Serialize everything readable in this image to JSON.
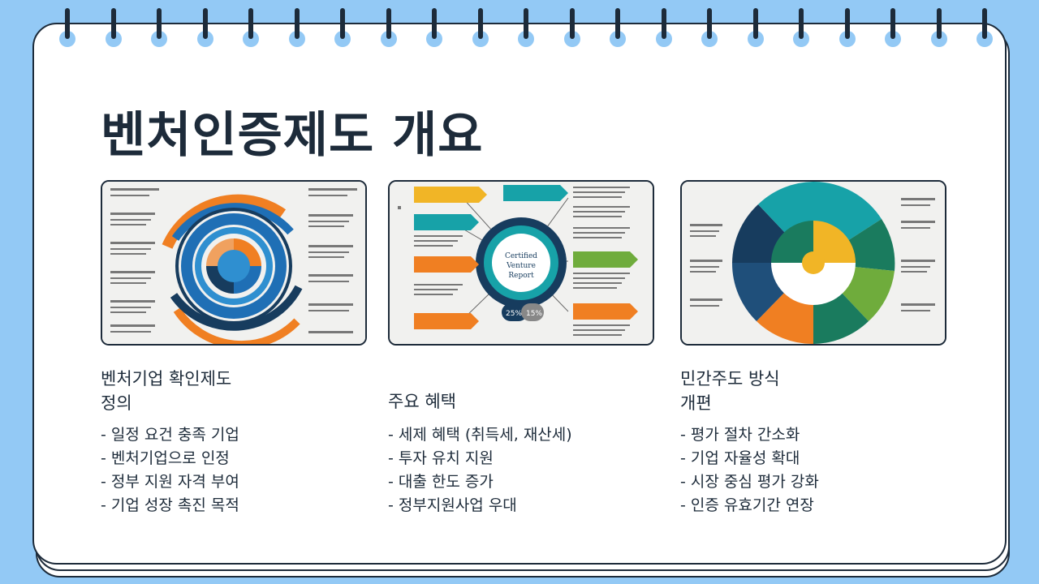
{
  "title": "벤처인증제도 개요",
  "theme": {
    "background": "#93c9f5",
    "ink": "#1d2b3a",
    "orange": "#f07f22",
    "blue": "#1f6fb5",
    "teal": "#17a2a8",
    "green": "#6fac3c",
    "yellow": "#f1b526",
    "navy": "#173c5e"
  },
  "columns": [
    {
      "heading_line1": "벤처기업 확인제도",
      "heading_line2": "정의",
      "image_icon": "circular-process-infographic",
      "bullets": [
        "- 일정 요건 충족 기업",
        "- 벤처기업으로 인정",
        "- 정부 지원 자격 부여",
        "- 기업 성장 촉진 목적"
      ]
    },
    {
      "heading_line1": "주요 혜택",
      "heading_line2": "",
      "image_icon": "benefits-hub-infographic",
      "image_center_text": "Certified Venture Report",
      "image_pct_left": "25%",
      "image_pct_right": "15%",
      "bullets": [
        "- 세제 혜택 (취득세, 재산세)",
        "- 투자 유치 지원",
        "- 대출 한도 증가",
        "- 정부지원사업 우대"
      ]
    },
    {
      "heading_line1": "민간주도 방식",
      "heading_line2": "개편",
      "image_icon": "segmented-cycle-infographic",
      "bullets": [
        "- 평가 절차 간소화",
        "- 기업 자율성 확대",
        "- 시장 중심 평가 강화",
        "- 인증 유효기간 연장"
      ]
    }
  ]
}
